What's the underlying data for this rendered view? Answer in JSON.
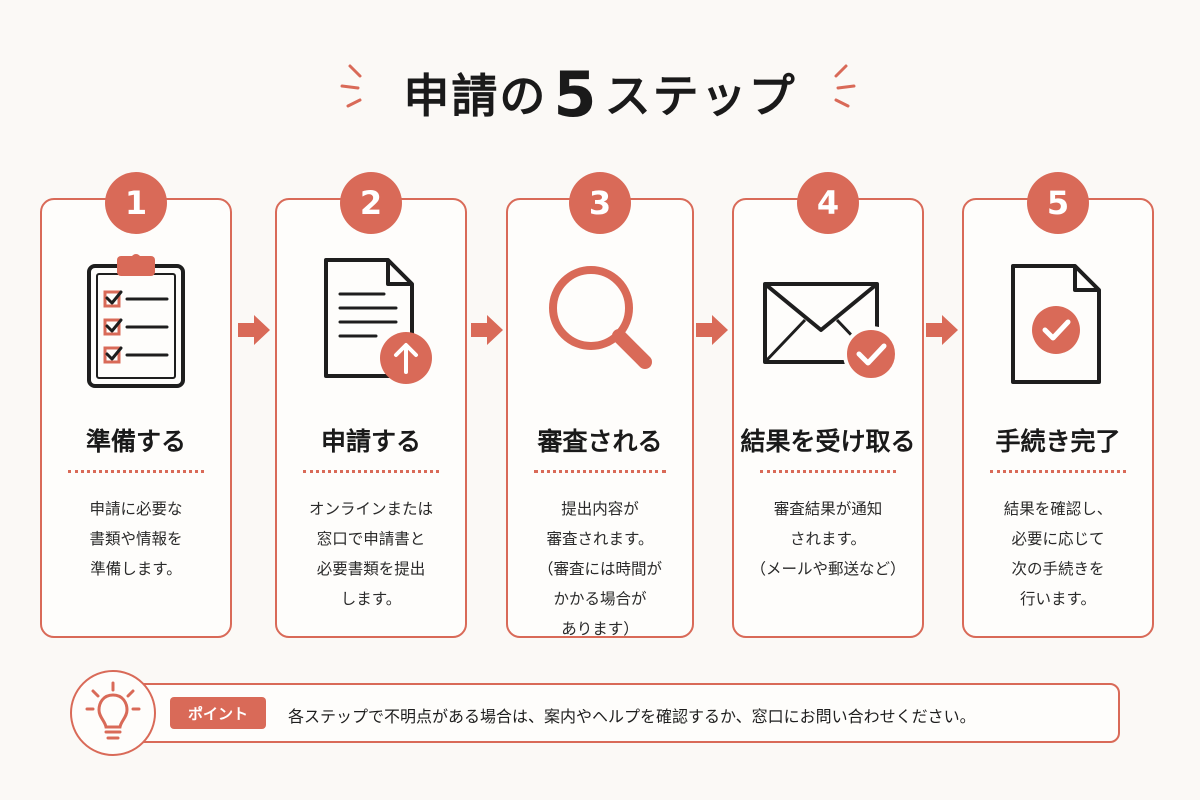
{
  "title": {
    "prefix": "申請の",
    "number": "5",
    "suffix": "ステップ"
  },
  "accent_color": "#d96a58",
  "steps": [
    {
      "number": "1",
      "icon": "clipboard-checklist-icon",
      "title": "準備する",
      "desc": [
        "申請に必要な",
        "書類や情報を",
        "準備します。"
      ]
    },
    {
      "number": "2",
      "icon": "document-upload-icon",
      "title": "申請する",
      "desc": [
        "オンラインまたは",
        "窓口で申請書と",
        "必要書類を提出",
        "します。"
      ]
    },
    {
      "number": "3",
      "icon": "magnifier-icon",
      "title": "審査される",
      "desc": [
        "提出内容が",
        "審査されます。",
        "（審査には時間が",
        "かかる場合が",
        "あります）"
      ]
    },
    {
      "number": "4",
      "icon": "envelope-check-icon",
      "title": "結果を受け取る",
      "desc": [
        "審査結果が通知",
        "されます。",
        "（メールや郵送など）"
      ]
    },
    {
      "number": "5",
      "icon": "document-check-icon",
      "title": "手続き完了",
      "desc": [
        "結果を確認し、",
        "必要に応じて",
        "次の手続きを",
        "行います。"
      ]
    }
  ],
  "point": {
    "label": "ポイント",
    "text": "各ステップで不明点がある場合は、案内やヘルプを確認するか、窓口にお問い合わせください。"
  }
}
